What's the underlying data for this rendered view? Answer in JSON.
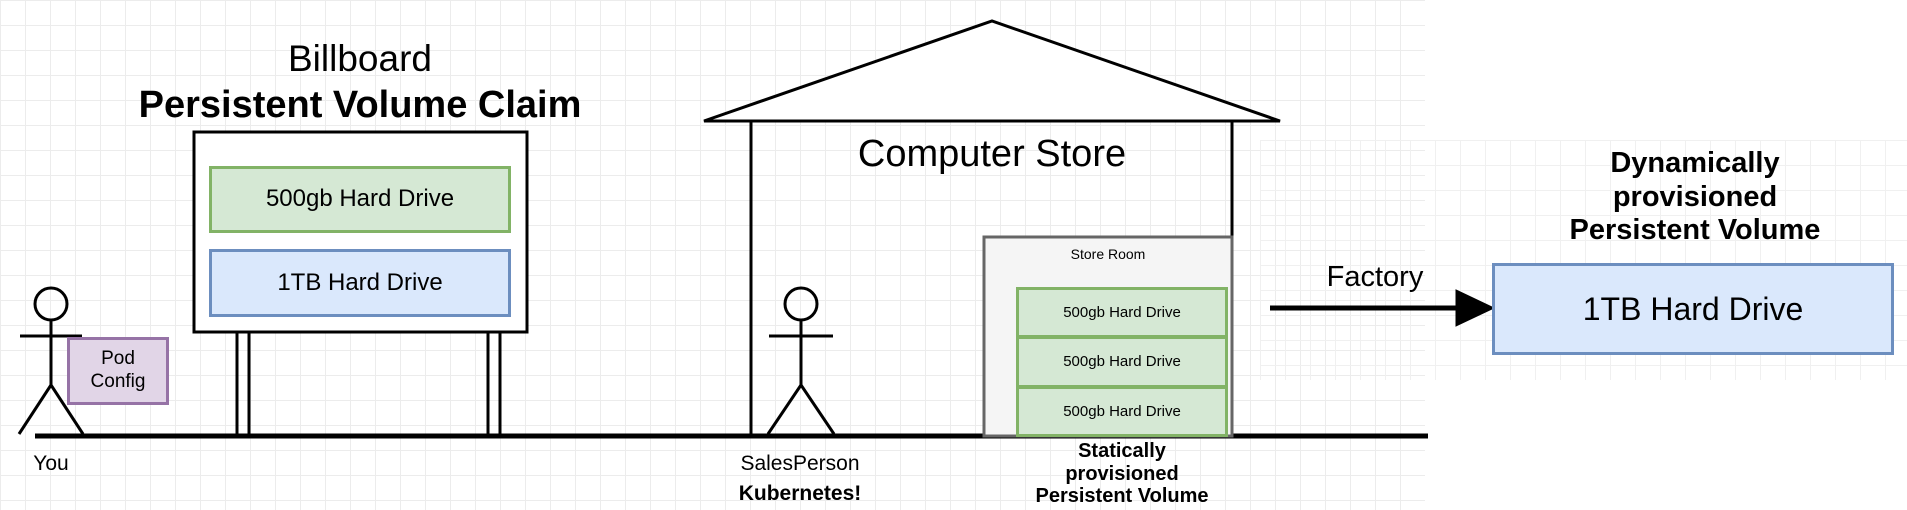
{
  "billboard": {
    "title": "Billboard",
    "subtitle": "Persistent Volume Claim",
    "items": [
      "500gb Hard Drive",
      "1TB Hard Drive"
    ]
  },
  "you": {
    "label": "You",
    "pod_config": "Pod\nConfig"
  },
  "store": {
    "title": "Computer Store",
    "store_room": {
      "label": "Store Room",
      "drives": [
        "500gb Hard Drive",
        "500gb Hard Drive",
        "500gb Hard Drive"
      ],
      "caption": "Statically\nprovisioned\nPersistent Volume"
    }
  },
  "salesperson": {
    "label": "SalesPerson",
    "sublabel": "Kubernetes!"
  },
  "factory": {
    "arrow_label": "Factory",
    "title": "Dynamically\nprovisioned\nPersistent Volume",
    "drive": "1TB Hard Drive"
  },
  "colors": {
    "green_fill": "#d5e8d4",
    "green_stroke": "#82b366",
    "blue_fill": "#dae8fc",
    "blue_stroke": "#6c8ebf",
    "purple_fill": "#e1d5e7",
    "purple_stroke": "#9673a6"
  }
}
